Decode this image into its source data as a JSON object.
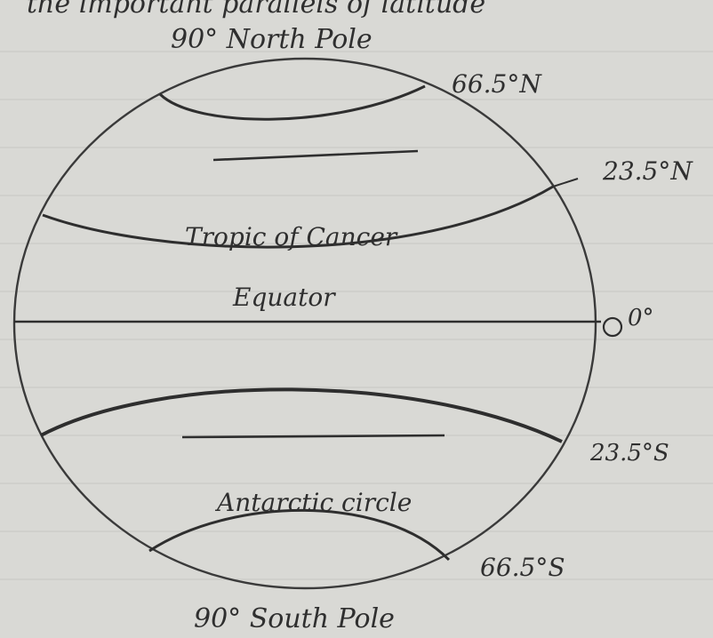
{
  "top_text": "the important parallels of latitude",
  "labels": {
    "north_pole": "90° North Pole",
    "arctic_lat": "66.5°N",
    "cancer_lat": "23.5°N",
    "tropic_of_cancer": "Tropic of Cancer",
    "equator": "Equator",
    "equator_lat": "0°",
    "capricorn_lat": "23.5°S",
    "antarctic_circle": "Antarctic circle",
    "antarctic_lat": "66.5°S",
    "south_pole": "90° South Pole"
  },
  "colors": {
    "paper": "#d9d9d5",
    "ink": "#2f2f2f"
  }
}
